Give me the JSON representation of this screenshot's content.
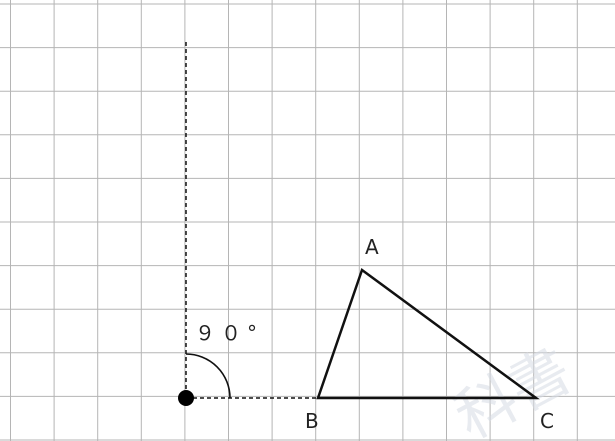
{
  "labels": {
    "A": "A",
    "B": "B",
    "C": "C",
    "angle": "９０°"
  },
  "watermark": "科書",
  "colors": {
    "grid": "#b5b5b5",
    "stroke": "#111111"
  }
}
